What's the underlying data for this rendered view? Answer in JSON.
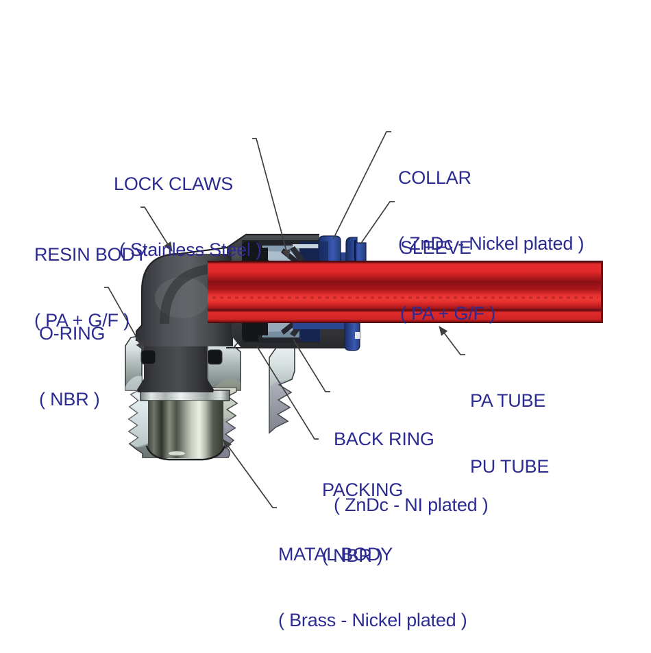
{
  "diagram": {
    "type": "cutaway-part-diagram",
    "subject": "push-in tube fitting elbow cross-section"
  },
  "labels": [
    {
      "id": "lock-claws",
      "line1": "LOCK CLAWS",
      "line2": "( Stainless Steel )"
    },
    {
      "id": "collar",
      "line1": "COLLAR",
      "line2": "( ZnDc - Nickel plated )"
    },
    {
      "id": "sleeve",
      "line1": "SLEEVE",
      "line2": "( PA + G/F )"
    },
    {
      "id": "resin-body",
      "line1": "RESIN BODY",
      "line2": "( PA + G/F )"
    },
    {
      "id": "o-ring",
      "line1": "O-RING",
      "line2": "( NBR )"
    },
    {
      "id": "pa-tube",
      "line1": "PA TUBE",
      "line2": "PU TUBE"
    },
    {
      "id": "back-ring",
      "line1": "BACK RING",
      "line2": "( ZnDc - NI plated )"
    },
    {
      "id": "packing",
      "line1": "PACKING",
      "line2": "( NBR )"
    },
    {
      "id": "matal-body",
      "line1": "MATAL BODY",
      "line2": "( Brass - Nickel plated )"
    }
  ],
  "colors": {
    "label_text": "#2b2b91",
    "leader_line": "#3f3f3f",
    "tube_red": "#e52c2c",
    "tube_red_dark": "#8c1016",
    "body_gray": "#46474b",
    "body_gray_dark": "#26272a",
    "collar_blue": "#2a4590",
    "collar_blue_dark": "#1b2f66",
    "claw_steel": "#a9bdcd",
    "packing_black": "#141619",
    "metal_light": "#e8f0f2",
    "metal_mid": "#9aa6a5",
    "background": "#ffffff"
  }
}
